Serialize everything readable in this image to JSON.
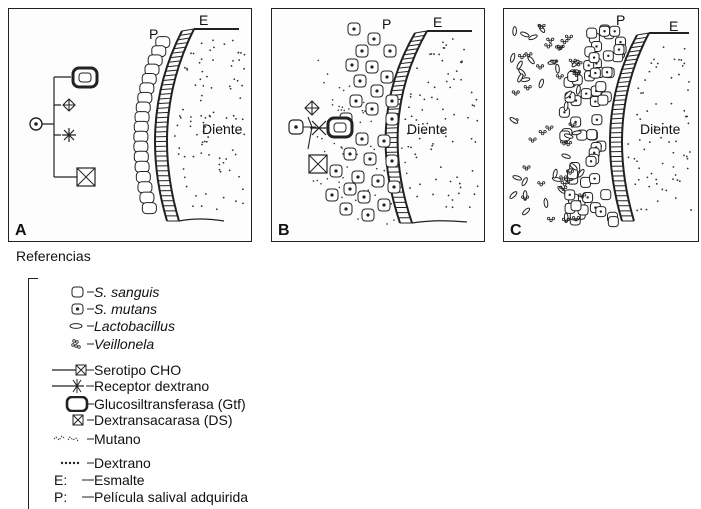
{
  "panels": [
    {
      "letter": "A",
      "tooth_label": "Diente",
      "p_label": "P",
      "e_label": "E"
    },
    {
      "letter": "B",
      "tooth_label": "Diente",
      "p_label": "P",
      "e_label": "E"
    },
    {
      "letter": "C",
      "tooth_label": "Diente",
      "p_label": "P",
      "e_label": "E"
    }
  ],
  "legend": {
    "title": "Referencias",
    "items": [
      {
        "symbol": "s-sanguis-icon",
        "label": "S. sanguis",
        "italic": true
      },
      {
        "symbol": "s-mutans-icon",
        "label": "S. mutans",
        "italic": true
      },
      {
        "symbol": "lactobacillus-icon",
        "label": "Lactobacillus",
        "italic": true
      },
      {
        "symbol": "veillonela-icon",
        "label": "Veillonela",
        "italic": true
      },
      {
        "symbol": "serotipo-cho-icon",
        "label": "Serotipo CHO",
        "italic": false
      },
      {
        "symbol": "receptor-dextrano-icon",
        "label": "Receptor dextrano",
        "italic": false
      },
      {
        "symbol": "glucosiltransferasa-icon",
        "label": "Glucosiltransferasa (Gtf)",
        "italic": false
      },
      {
        "symbol": "dextransacarasa-icon",
        "label": "Dextransacarasa (DS)",
        "italic": false
      },
      {
        "symbol": "mutano-icon",
        "label": "Mutano",
        "italic": false
      },
      {
        "symbol": "dextrano-icon",
        "label": "Dextrano",
        "italic": false
      },
      {
        "symbol": "E:",
        "label": "Esmalte",
        "italic": false
      },
      {
        "symbol": "P:",
        "label": "Película salival adquirida",
        "italic": false
      }
    ]
  }
}
